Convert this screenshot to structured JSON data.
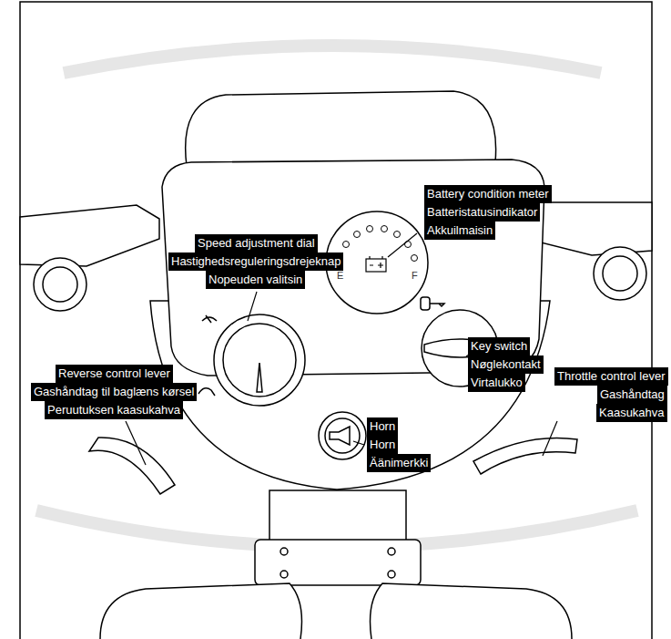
{
  "diagram": {
    "labels": [
      "Battery condition meter",
      "Batteristatusindikator",
      "Akkuilmaisin",
      "Speed adjustment dial",
      "Hastighedsreguleringsdrejeknap",
      "Nopeuden valitsin",
      "Key switch",
      "Nøglekontakt",
      "Virtalukko",
      "Reverse control lever",
      "Gashåndtag til baglæns kørsel",
      "Peruutuksen kaasukahva",
      "Throttle control lever",
      "Gashåndtag",
      "Kaasukahva",
      "Horn",
      "Horn",
      "Äänimerkki",
      "E",
      "F"
    ]
  }
}
